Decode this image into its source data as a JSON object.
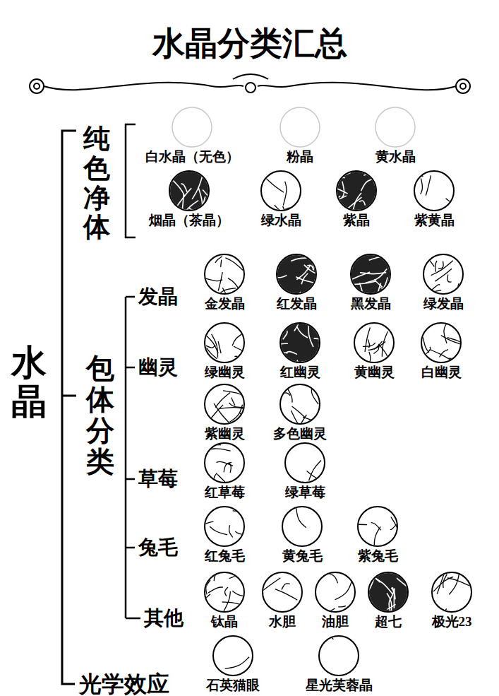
{
  "diagram": {
    "title": "水晶分类汇总",
    "nodes": [
      {
        "text": [
          "白水晶（无色）"
        ]
      },
      {
        "text": [
          "粉晶"
        ]
      },
      {
        "text": [
          "黄水晶"
        ]
      },
      {
        "text": [
          "烟晶（茶晶）"
        ]
      },
      {
        "text": [
          "绿水晶"
        ]
      },
      {
        "text": [
          "紫晶"
        ]
      },
      {
        "text": [
          "紫黄晶"
        ]
      },
      {
        "text": [
          "金发晶"
        ]
      },
      {
        "text": [
          "红发晶"
        ]
      },
      {
        "text": [
          "黑发晶"
        ]
      },
      {
        "text": [
          "绿发晶"
        ]
      },
      {
        "text": [
          "绿幽灵"
        ]
      },
      {
        "text": [
          "红幽灵"
        ]
      },
      {
        "text": [
          "黄幽灵"
        ]
      },
      {
        "text": [
          "白幽灵"
        ]
      },
      {
        "text": [
          "紫幽灵"
        ]
      },
      {
        "text": [
          "多色幽灵"
        ]
      },
      {
        "text": [
          "红草莓"
        ]
      },
      {
        "text": [
          "绿草莓"
        ]
      },
      {
        "text": [
          "红兔毛"
        ]
      },
      {
        "text": [
          "黄兔毛"
        ]
      },
      {
        "text": [
          "紫兔毛"
        ]
      },
      {
        "text": [
          "钛晶"
        ]
      },
      {
        "text": [
          "水胆"
        ]
      },
      {
        "text": [
          "油胆"
        ]
      },
      {
        "text": [
          "超七"
        ]
      },
      {
        "text": [
          "极光23"
        ]
      },
      {
        "text": [
          "石英猫眼"
        ]
      },
      {
        "text": [
          "星光芙蓉晶"
        ]
      }
    ],
    "labels": [
      "水晶",
      "纯色净体",
      "包体分类",
      "光学效应",
      "发晶",
      "幽灵",
      "草莓",
      "兔毛",
      "其他"
    ]
  }
}
